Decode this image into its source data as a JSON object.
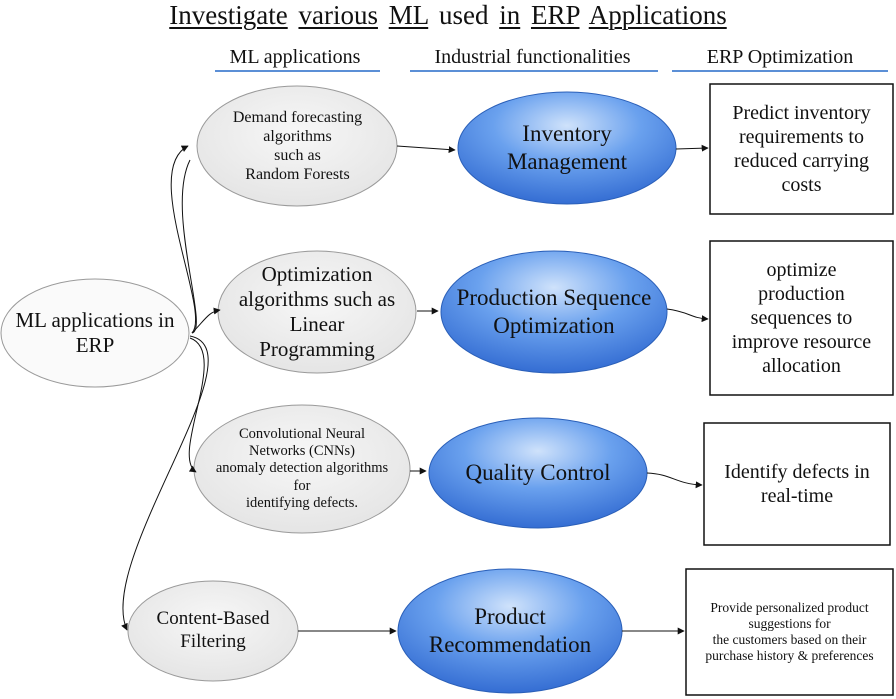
{
  "title": {
    "words": [
      "Investigate",
      "various",
      "ML",
      "used",
      "in",
      "ERP",
      "Applications"
    ],
    "underlined": [
      true,
      true,
      true,
      false,
      true,
      true,
      true
    ]
  },
  "columns": {
    "ml": "ML applications",
    "industrial": "Industrial functionalities",
    "erp": "ERP Optimization"
  },
  "source": "ML applications in\nERP",
  "rows": [
    {
      "ml": "Demand forecasting\nalgorithms\nsuch as\nRandom Forests",
      "function": "Inventory\nManagement",
      "optimization": "Predict inventory\nrequirements to\nreduced carrying\ncosts"
    },
    {
      "ml": "Optimization\nalgorithms such as\nLinear\nProgramming",
      "function": "Production Sequence\nOptimization",
      "optimization": "optimize\nproduction\nsequences to\nimprove resource\nallocation"
    },
    {
      "ml": "Convolutional Neural\nNetworks (CNNs)\nanomaly detection algorithms\nfor\nidentifying defects.",
      "function": "Quality Control",
      "optimization": "Identify defects in\nreal-time"
    },
    {
      "ml": "Content-Based\nFiltering",
      "function": "Product\nRecommendation",
      "optimization": "Provide personalized product\nsuggestions for\nthe customers based on their\npurchase history & preferences"
    }
  ],
  "colors": {
    "blue_light": "#cfe2fb",
    "blue_mid": "#6aa1ee",
    "blue_dark": "#2d66cf",
    "grey_fill": "#ececec",
    "header_rule": "#5b8fd6"
  }
}
